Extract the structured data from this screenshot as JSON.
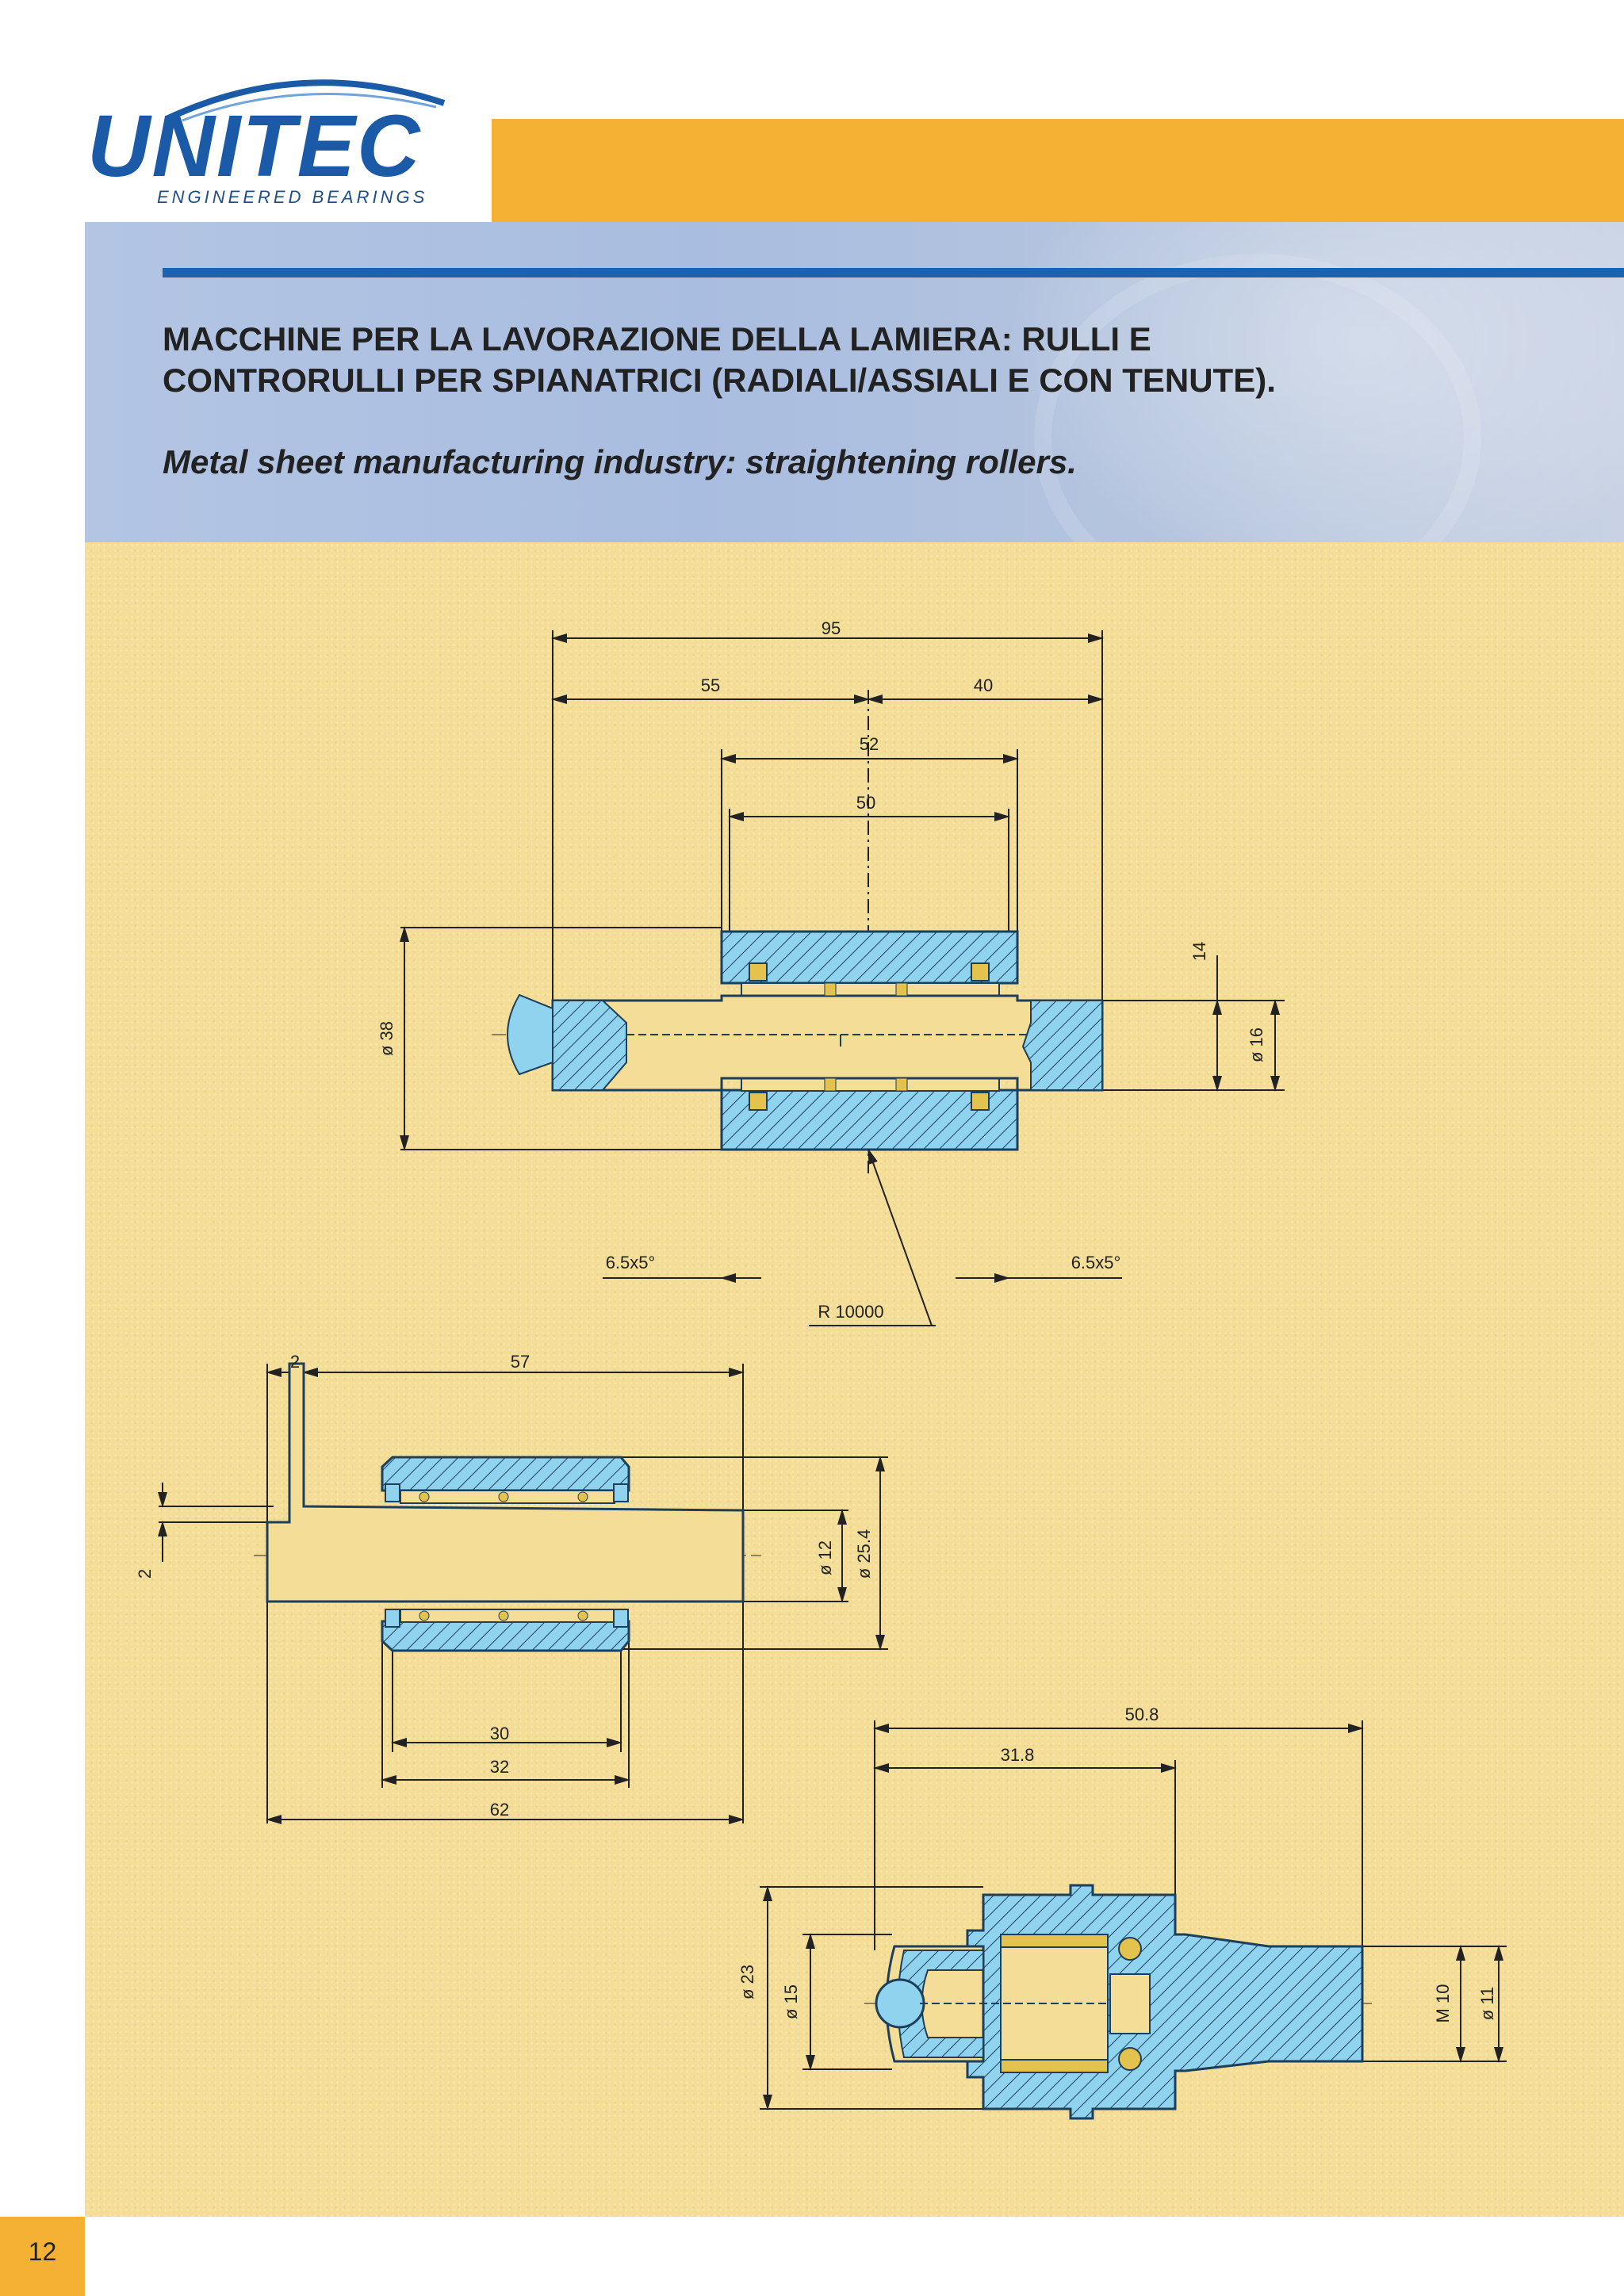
{
  "brand": {
    "name": "UNITEC",
    "tagline": "ENGINEERED BEARINGS",
    "colors": {
      "blue": "#1a5aa6",
      "orange": "#f5b133",
      "paper": "#f4dd96",
      "part": "#8fd3ee"
    }
  },
  "header": {
    "title_line1": "MACCHINE PER LA LAVORAZIONE DELLA LAMIERA: RULLI E",
    "title_line2": "CONTRORULLI PER SPIANATRICI (RADIALI/ASSIALI E CON TENUTE).",
    "subtitle": "Metal sheet manufacturing industry: straightening rollers."
  },
  "drawing1": {
    "d95": "95",
    "d55": "55",
    "d40": "40",
    "d52": "52",
    "d50": "50",
    "d38": "ø 38",
    "d14": "14",
    "d16": "ø 16",
    "chamfer_left": "6.5x5°",
    "chamfer_right": "6.5x5°",
    "radius": "R 10000"
  },
  "drawing2": {
    "d2top": "2",
    "d57": "57",
    "d2side": "2",
    "d12": "ø 12",
    "d254": "ø 25.4",
    "d30": "30",
    "d32": "32",
    "d62": "62"
  },
  "drawing3": {
    "d508": "50.8",
    "d318": "31.8",
    "d23": "ø 23",
    "d15": "ø 15",
    "m10": "M 10",
    "d11": "ø 11"
  },
  "footer": {
    "page_number": "12"
  }
}
